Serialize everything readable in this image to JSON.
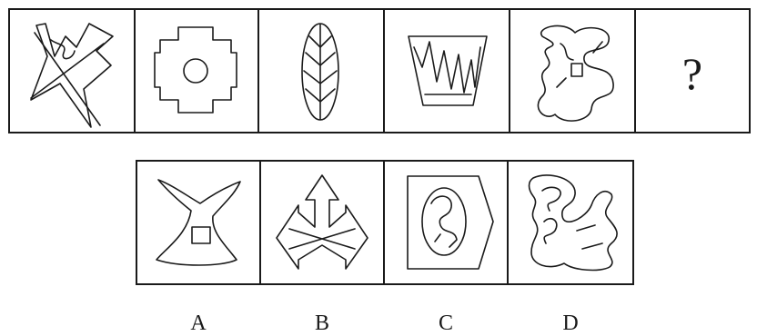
{
  "question_row": {
    "figures": [
      {
        "icon": "crossed-irregular-figure-icon"
      },
      {
        "icon": "cross-with-circle-icon"
      },
      {
        "icon": "leaf-oval-icon"
      },
      {
        "icon": "zigzag-trapezoid-icon"
      },
      {
        "icon": "irregular-shape-with-square-icon"
      }
    ],
    "unknown_mark": "?"
  },
  "options_row": {
    "options": [
      {
        "label": "A",
        "icon": "curved-shape-with-square-icon"
      },
      {
        "label": "B",
        "icon": "triple-arrow-icon"
      },
      {
        "label": "C",
        "icon": "hexagon-with-oval-icon"
      },
      {
        "label": "D",
        "icon": "irregular-loops-icon"
      }
    ]
  },
  "colors": {
    "line": "#1a1a1a",
    "background": "#ffffff"
  }
}
